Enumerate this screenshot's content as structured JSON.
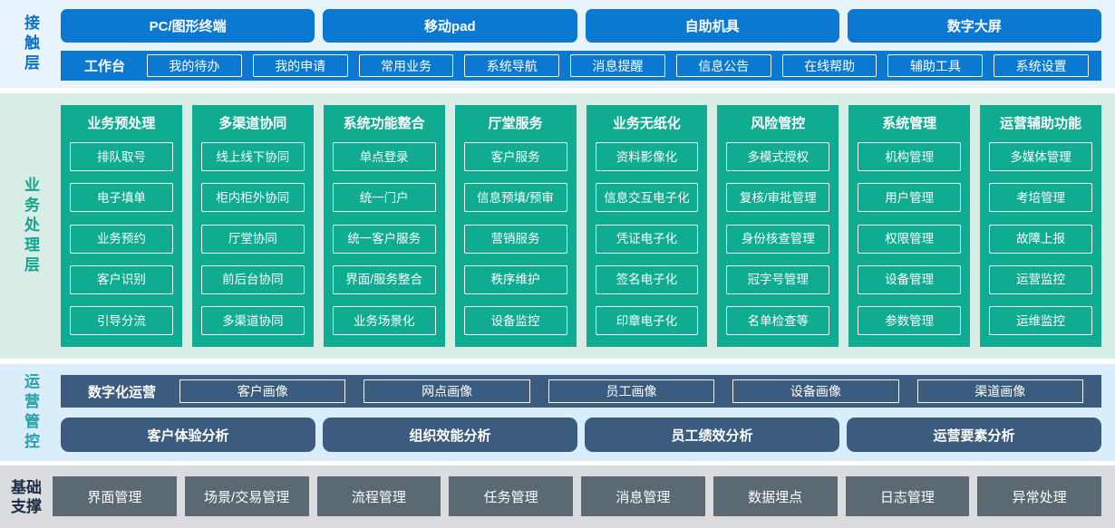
{
  "layers": {
    "contact": {
      "label": "接触层",
      "channels": [
        "PC/图形终端",
        "移动pad",
        "自助机具",
        "数字大屏"
      ],
      "workbench_label": "工作台",
      "workbench_items": [
        "我的待办",
        "我的申请",
        "常用业务",
        "系统导航",
        "消息提醒",
        "信息公告",
        "在线帮助",
        "辅助工具",
        "系统设置"
      ]
    },
    "business": {
      "label": "业务处理层",
      "columns": [
        {
          "title": "业务预处理",
          "items": [
            "排队取号",
            "电子填单",
            "业务预约",
            "客户识别",
            "引导分流"
          ]
        },
        {
          "title": "多渠道协同",
          "items": [
            "线上线下协同",
            "柜内柜外协同",
            "厅堂协同",
            "前后台协同",
            "多渠道协同"
          ]
        },
        {
          "title": "系统功能整合",
          "items": [
            "单点登录",
            "统一门户",
            "统一客户服务",
            "界面/服务整合",
            "业务场景化"
          ]
        },
        {
          "title": "厅堂服务",
          "items": [
            "客户服务",
            "信息预填/预审",
            "营销服务",
            "秩序维护",
            "设备监控"
          ]
        },
        {
          "title": "业务无纸化",
          "items": [
            "资料影像化",
            "信息交互电子化",
            "凭证电子化",
            "签名电子化",
            "印章电子化"
          ]
        },
        {
          "title": "风险管控",
          "items": [
            "多模式授权",
            "复核/审批管理",
            "身份核查管理",
            "冠字号管理",
            "名单检查等"
          ]
        },
        {
          "title": "系统管理",
          "items": [
            "机构管理",
            "用户管理",
            "权限管理",
            "设备管理",
            "参数管理"
          ]
        },
        {
          "title": "运营辅助功能",
          "items": [
            "多媒体管理",
            "考培管理",
            "故障上报",
            "运营监控",
            "运维监控"
          ]
        }
      ]
    },
    "operations": {
      "label": "运营管控",
      "digital_label": "数字化运营",
      "profiles": [
        "客户画像",
        "网点画像",
        "员工画像",
        "设备画像",
        "渠道画像"
      ],
      "analyses": [
        "客户体验分析",
        "组织效能分析",
        "员工绩效分析",
        "运营要素分析"
      ]
    },
    "foundation": {
      "label": "基础支撑",
      "items": [
        "界面管理",
        "场景/交易管理",
        "流程管理",
        "任务管理",
        "消息管理",
        "数据埋点",
        "日志管理",
        "异常处理"
      ]
    }
  },
  "colors": {
    "blue": "#0b79d2",
    "teal": "#10ac92",
    "dark_blue": "#3b5c7e",
    "gray": "#5b6973",
    "bg_top": "#e8f4fb",
    "bg_business": "#d7ede5",
    "bg_operations": "#d9eefa",
    "bg_foundation": "#dadcdf",
    "label_contact": "#0c6fc8",
    "label_business": "#12a48c",
    "label_operations": "#26a0a8",
    "label_foundation": "#1b2c44"
  }
}
